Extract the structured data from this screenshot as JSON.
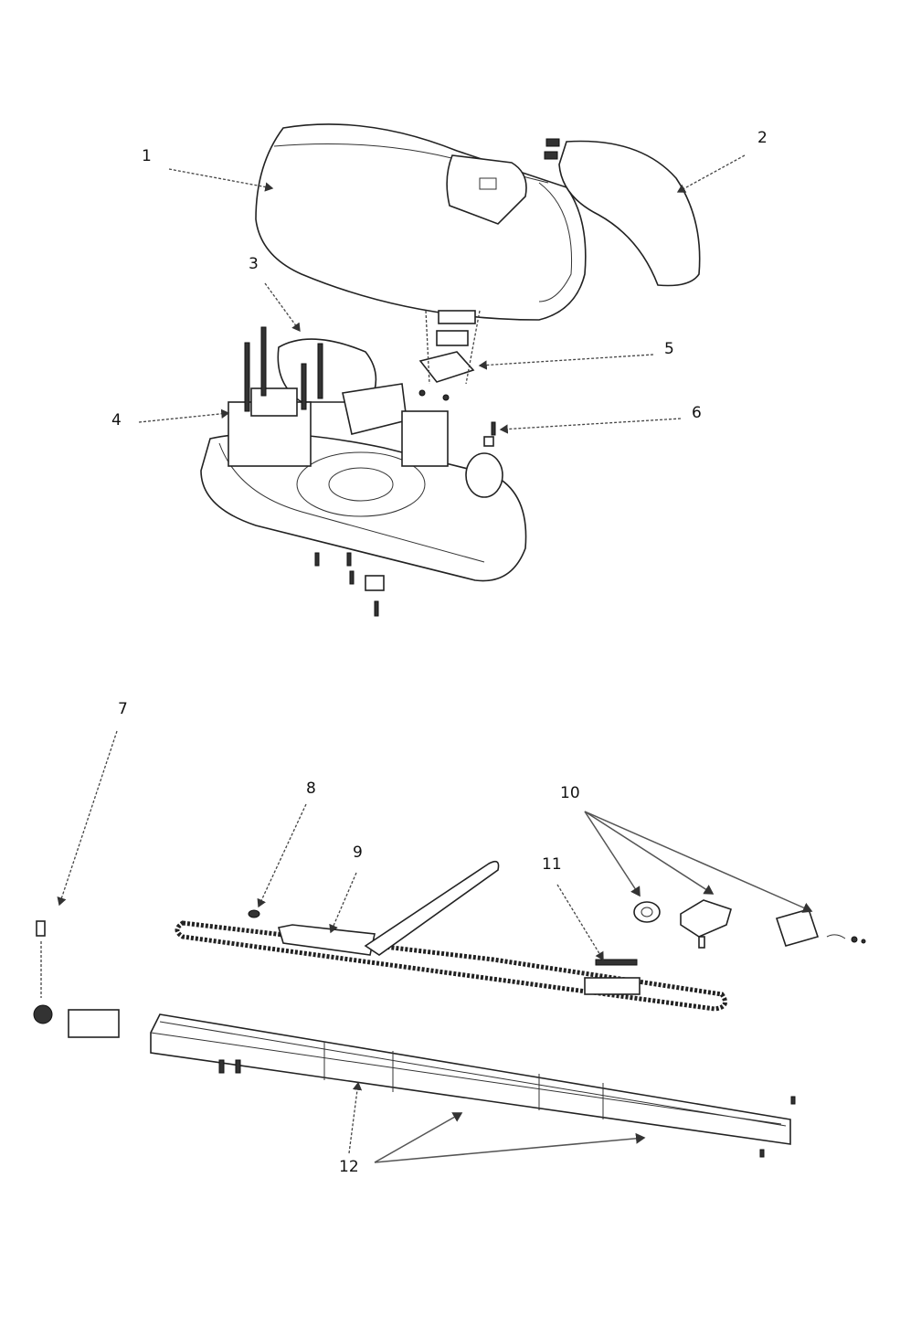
{
  "diagram": {
    "type": "exploded-parts-view",
    "callouts": [
      "1",
      "2",
      "3",
      "4",
      "5",
      "6",
      "7",
      "8",
      "9",
      "10",
      "11",
      "12"
    ],
    "colors": {
      "line": "#222222",
      "background": "#ffffff"
    }
  }
}
